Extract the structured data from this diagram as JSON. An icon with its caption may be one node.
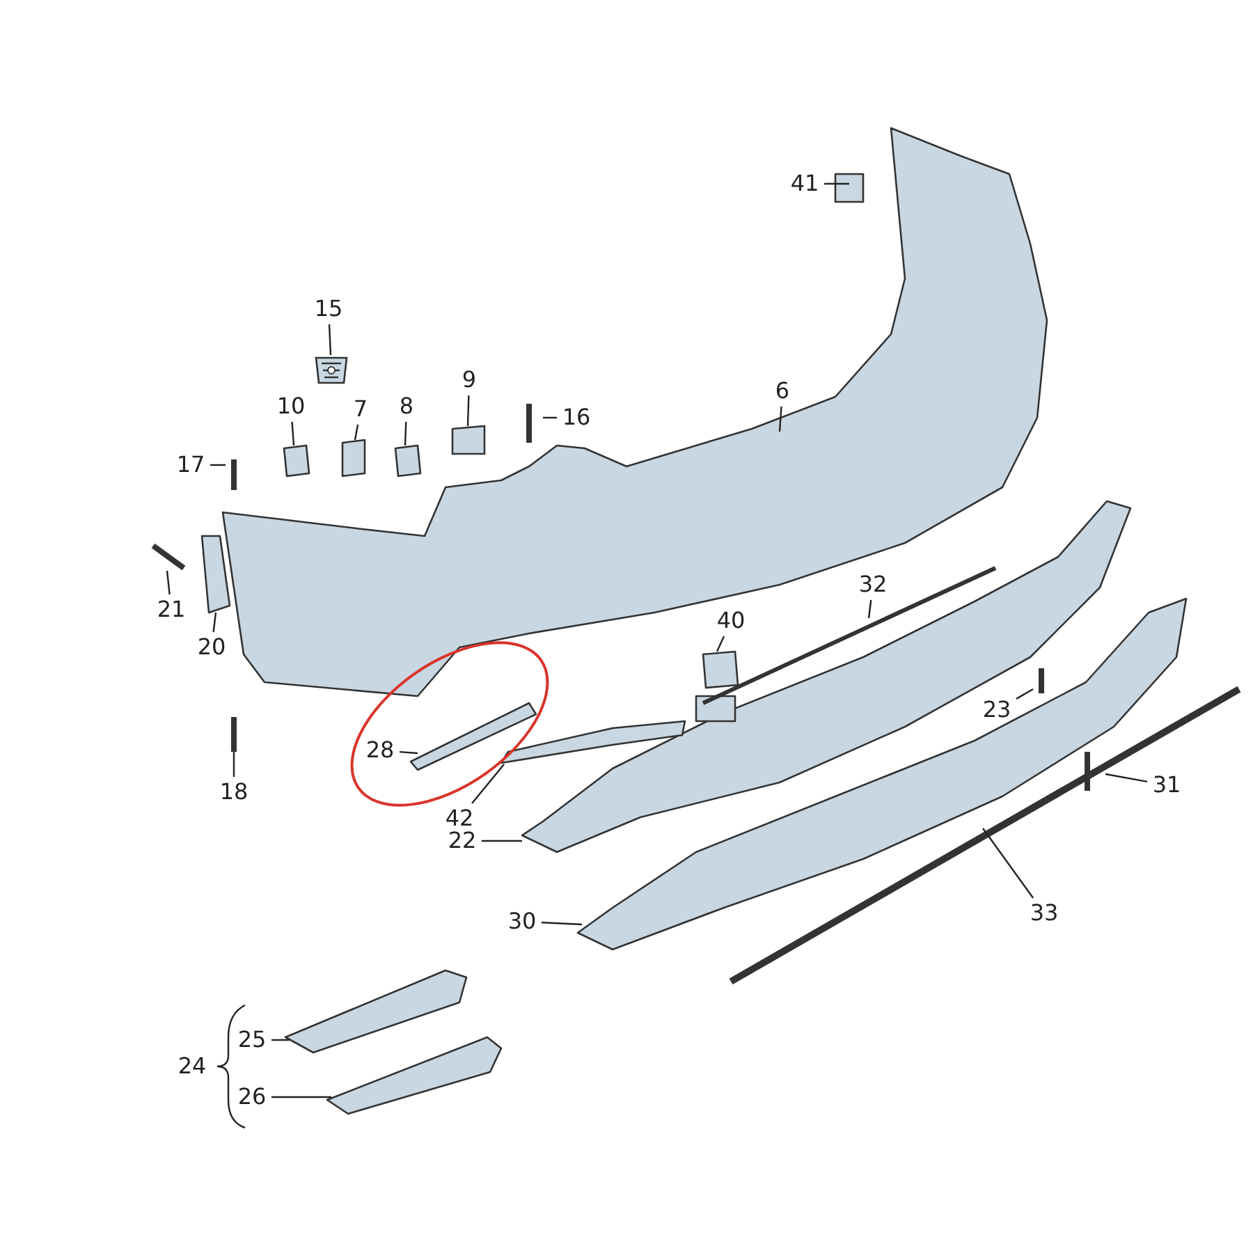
{
  "diagram": {
    "nodes": [
      {
        "text": [
          "41"
        ]
      },
      {
        "text": [
          "15"
        ]
      },
      {
        "text": [
          "10"
        ]
      },
      {
        "text": [
          "7"
        ]
      },
      {
        "text": [
          "8"
        ]
      },
      {
        "text": [
          "9"
        ]
      },
      {
        "text": [
          "6"
        ]
      },
      {
        "text": [
          "16"
        ]
      },
      {
        "text": [
          "17"
        ]
      },
      {
        "text": [
          "32"
        ]
      },
      {
        "text": [
          "21"
        ]
      },
      {
        "text": [
          "40"
        ]
      },
      {
        "text": [
          "20"
        ]
      },
      {
        "text": [
          "23"
        ]
      },
      {
        "text": [
          "28"
        ]
      },
      {
        "text": [
          "31"
        ]
      },
      {
        "text": [
          "42"
        ]
      },
      {
        "text": [
          "18"
        ]
      },
      {
        "text": [
          "22"
        ]
      },
      {
        "text": [
          "33"
        ]
      },
      {
        "text": [
          "30"
        ]
      },
      {
        "text": [
          "25"
        ]
      },
      {
        "text": [
          "26"
        ]
      },
      {
        "text": [],
        "shape": "picture"
      }
    ],
    "edges": [
      {
        "from": 0,
        "to": null,
        "arrow": "none"
      },
      {
        "from": 1,
        "to": 23,
        "arrow": "none"
      },
      {
        "from": 2,
        "to": null,
        "arrow": "none"
      },
      {
        "from": 3,
        "to": null,
        "arrow": "none"
      },
      {
        "from": 4,
        "to": null,
        "arrow": "none"
      },
      {
        "from": 5,
        "to": null,
        "arrow": "none"
      },
      {
        "from": 6,
        "to": null,
        "arrow": "none"
      },
      {
        "from": 7,
        "to": null,
        "arrow": "none"
      },
      {
        "from": 8,
        "to": null,
        "arrow": "none"
      },
      {
        "from": 9,
        "to": null,
        "arrow": "none"
      },
      {
        "from": 10,
        "to": null,
        "arrow": "none"
      },
      {
        "from": 11,
        "to": null,
        "arrow": "none"
      },
      {
        "from": 12,
        "to": null,
        "arrow": "none"
      },
      {
        "from": 13,
        "to": null,
        "arrow": "none"
      },
      {
        "from": 14,
        "to": null,
        "arrow": "none"
      },
      {
        "from": 15,
        "to": null,
        "arrow": "none"
      },
      {
        "from": 16,
        "to": null,
        "arrow": "none"
      },
      {
        "from": 17,
        "to": null,
        "arrow": "none"
      },
      {
        "from": 18,
        "to": null,
        "arrow": "none"
      },
      {
        "from": 19,
        "to": null,
        "arrow": "none"
      },
      {
        "from": 20,
        "to": null,
        "arrow": "none"
      },
      {
        "from": 21,
        "to": null,
        "arrow": "none"
      },
      {
        "from": 22,
        "to": null,
        "arrow": "none"
      }
    ],
    "labels": [
      "24"
    ]
  }
}
